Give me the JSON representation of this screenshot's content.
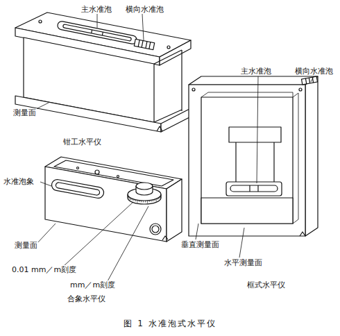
{
  "diagram": {
    "caption": "图 1    水准泡式水平仪",
    "labels": [
      "主水准泡",
      "横向水准泡",
      "测量面",
      "钳工水平仪",
      "主水准泡",
      "横向水准泡",
      "水准泡象",
      "测量面",
      "0.01 mm／m刻度",
      "mm／m刻度",
      "合象水平仪",
      "垂直测量面",
      "水平测量面",
      "框式水平仪"
    ]
  }
}
